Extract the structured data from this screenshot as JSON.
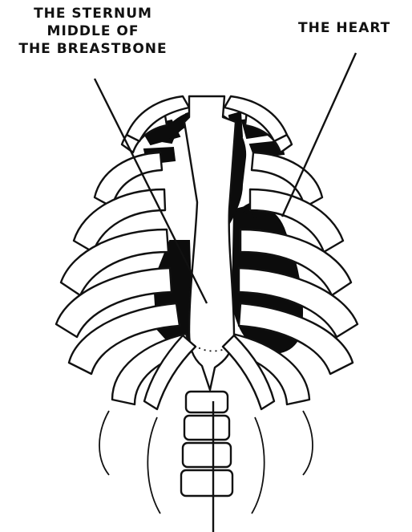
{
  "labels": {
    "sternum_line1": "THE STERNUM",
    "sternum_line2": "MIDDLE OF",
    "sternum_line3": "THE BREASTBONE",
    "heart": "THE HEART"
  },
  "colors": {
    "ink": "#111111",
    "background": "#ffffff"
  }
}
